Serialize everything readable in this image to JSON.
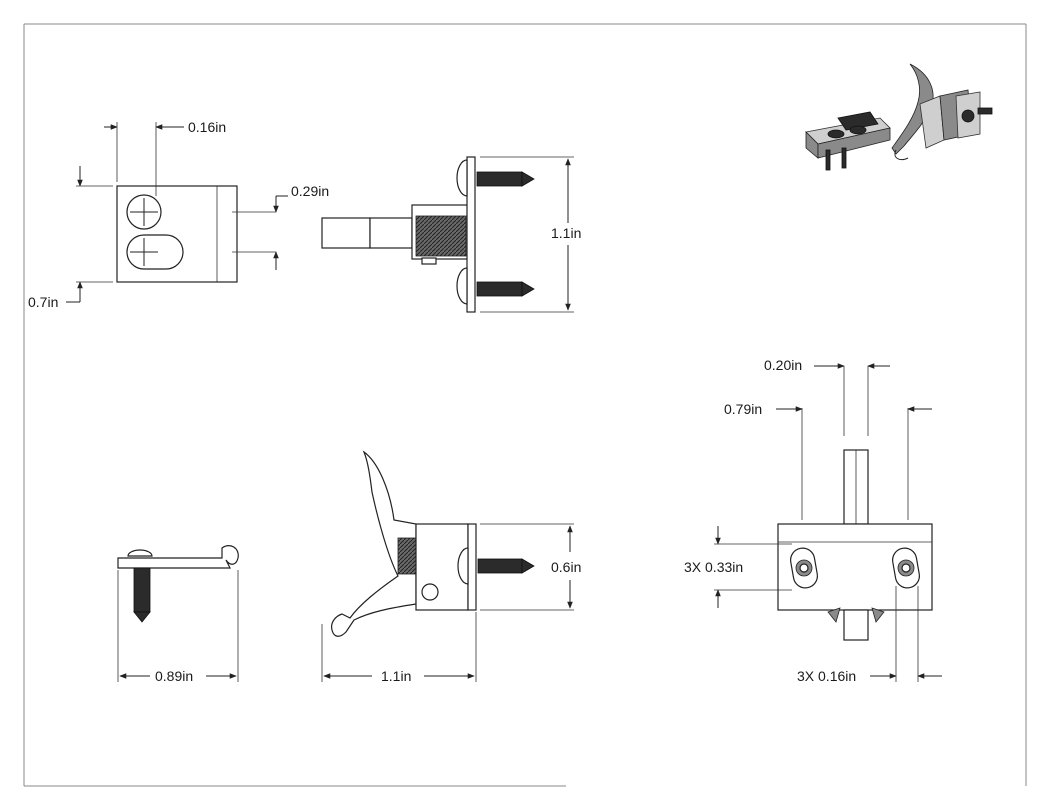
{
  "dimensions": {
    "top_left_width": "0.16in",
    "top_left_slot_spacing": "0.29in",
    "top_left_height": "0.7in",
    "top_right_height": "1.1in",
    "iso_right_pin": "0.20in",
    "iso_right_width": "0.79in",
    "iso_right_slots": "3X 0.33in",
    "iso_right_hole": "3X 0.16in",
    "bottom_left_width": "0.89in",
    "bottom_middle_width": "1.1in",
    "bottom_middle_height": "0.6in"
  },
  "colors": {
    "frame": "#8a8a8a",
    "line": "#222222",
    "screw": "#2b2b2b"
  }
}
